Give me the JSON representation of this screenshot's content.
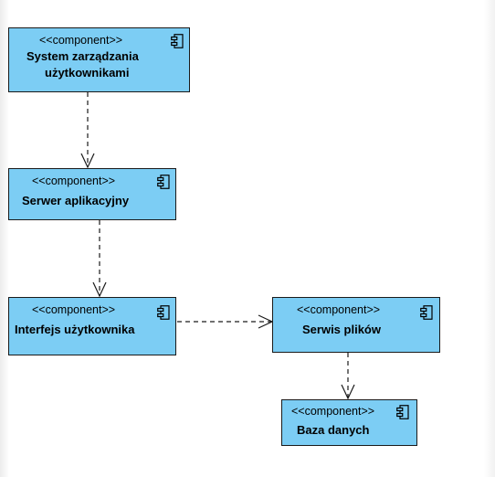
{
  "diagram": {
    "stereotype": "<<component>>",
    "components": [
      {
        "id": "system",
        "name_line1": "System zarządzania",
        "name_line2": "użytkownikami"
      },
      {
        "id": "server",
        "name": "Serwer aplikacyjny"
      },
      {
        "id": "ui",
        "name": "Interfejs użytkownika"
      },
      {
        "id": "files",
        "name": "Serwis plików"
      },
      {
        "id": "db",
        "name": "Baza danych"
      }
    ],
    "dependencies": [
      {
        "from": "system",
        "to": "server"
      },
      {
        "from": "server",
        "to": "ui"
      },
      {
        "from": "ui",
        "to": "files"
      },
      {
        "from": "files",
        "to": "db"
      }
    ]
  }
}
